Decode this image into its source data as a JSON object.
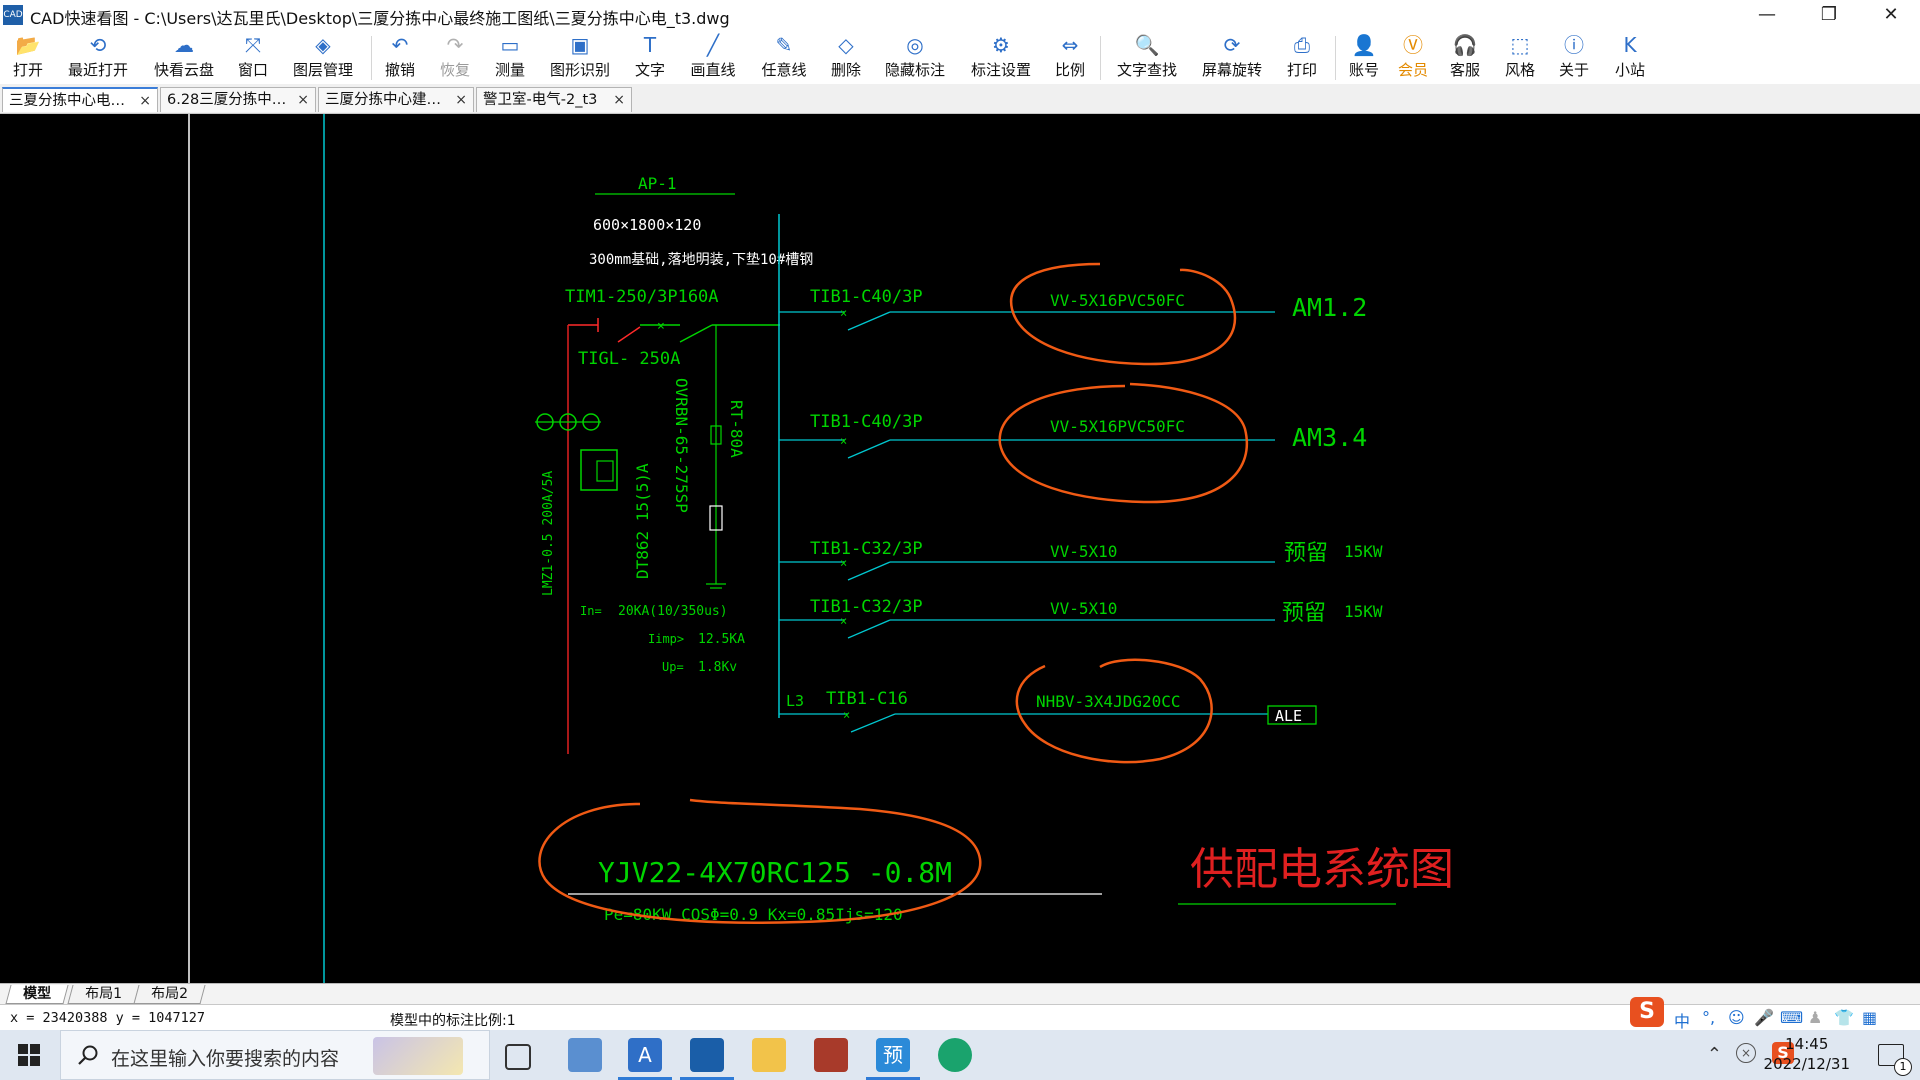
{
  "window": {
    "title": "CAD快速看图 - C:\\Users\\达瓦里氏\\Desktop\\三厦分拣中心最终施工图纸\\三夏分拣中心电_t3.dwg",
    "app_icon_text": "CAD",
    "buttons": [
      "—",
      "❐",
      "✕"
    ]
  },
  "toolbar": [
    {
      "label": "打开",
      "icon": "folder-open-icon"
    },
    {
      "label": "最近打开",
      "icon": "history-icon"
    },
    {
      "label": "快看云盘",
      "icon": "cloud-icon"
    },
    {
      "label": "窗口",
      "icon": "window-icon"
    },
    {
      "label": "图层管理",
      "icon": "layers-icon"
    },
    {
      "label": "撤销",
      "icon": "undo-icon"
    },
    {
      "label": "恢复",
      "icon": "redo-icon"
    },
    {
      "label": "测量",
      "icon": "ruler-icon"
    },
    {
      "label": "图形识别",
      "icon": "shape-recognize-icon"
    },
    {
      "label": "文字",
      "icon": "text-icon"
    },
    {
      "label": "画直线",
      "icon": "line-icon"
    },
    {
      "label": "任意线",
      "icon": "pen-icon"
    },
    {
      "label": "删除",
      "icon": "eraser-icon"
    },
    {
      "label": "隐藏标注",
      "icon": "eye-hide-icon"
    },
    {
      "label": "标注设置",
      "icon": "annotation-settings-icon"
    },
    {
      "label": "比例",
      "icon": "scale-icon"
    },
    {
      "label": "文字查找",
      "icon": "text-search-icon"
    },
    {
      "label": "屏幕旋转",
      "icon": "rotate-screen-icon"
    },
    {
      "label": "打印",
      "icon": "printer-icon"
    },
    {
      "label": "账号",
      "icon": "user-icon"
    },
    {
      "label": "会员",
      "icon": "vip-icon"
    },
    {
      "label": "客服",
      "icon": "headset-icon"
    },
    {
      "label": "风格",
      "icon": "style-icon"
    },
    {
      "label": "关于",
      "icon": "info-icon"
    },
    {
      "label": "小站",
      "icon": "k-station-icon"
    }
  ],
  "tabs": [
    {
      "label": "三夏分拣中心电…",
      "close": "×",
      "active": true
    },
    {
      "label": "6.28三厦分拣中…",
      "close": "×",
      "active": false
    },
    {
      "label": "三厦分拣中心建…",
      "close": "×",
      "active": false
    },
    {
      "label": "警卫室-电气-2_t3",
      "close": "×",
      "active": false
    }
  ],
  "drawing": {
    "panel_name": "AP-1",
    "panel_size": "600×1800×120",
    "panel_note": "300mm基础,落地明装,下垫10#槽钢",
    "main_breaker": "TIM1-250/3P160A",
    "main_switch": "TIGL- 250A",
    "spd_model": "OVRBN-65-275SP",
    "fuse": "RT-80A",
    "meter": "DT862 15(5)A",
    "ct": "LMZ1-0.5 200A/5A",
    "spd_params": {
      "in": "In=",
      "in_val": "20KA(10/350us)",
      "imp": "Iimp>",
      "imp_val": "12.5KA",
      "up": "Up=",
      "up_val": "1.8Kv"
    },
    "circuits": [
      {
        "breaker": "TIB1-C40/3P",
        "cable": "VV-5X16PVC50FC",
        "dest": "AM1.2"
      },
      {
        "breaker": "TIB1-C40/3P",
        "cable": "VV-5X16PVC50FC",
        "dest": "AM3.4"
      },
      {
        "breaker": "TIB1-C32/3P",
        "cable": "VV-5X10",
        "dest": "预留",
        "power": "15KW"
      },
      {
        "breaker": "TIB1-C32/3P",
        "cable": "VV-5X10",
        "dest": "预留",
        "power": "15KW"
      },
      {
        "phase": "L3",
        "breaker": "TIB1-C16",
        "cable": "NHBV-3X4JDG20CC",
        "dest": "ALE"
      }
    ],
    "incoming_cable": "YJV22-4X70RC125   -0.8M",
    "load_info": "Pe=80KW COSΦ=0.9 Kx=0.85Ijs=120",
    "diagram_title": "供配电系统图",
    "colors": {
      "green": "#00d400",
      "cyan": "#00c8d0",
      "red": "#e02020",
      "annot": "#f05a14"
    }
  },
  "layout_tabs": [
    {
      "label": "模型",
      "active": true
    },
    {
      "label": "布局1",
      "active": false
    },
    {
      "label": "布局2",
      "active": false
    }
  ],
  "status": {
    "coords": "x = 23420388  y = 1047127",
    "scale": "模型中的标注比例:1",
    "ime_logo": "S",
    "ime_lang": "中"
  },
  "taskbar": {
    "search_placeholder": "在这里输入你要搜索的内容",
    "apps": [
      "task-view-icon",
      "computer-icon",
      "autocad-icon",
      "cad-viewer-icon",
      "file-explorer-icon",
      "winrar-icon",
      "preview-icon",
      "edge-icon"
    ],
    "preview_app_text": "预",
    "time": "14:45",
    "date": "2022/12/31",
    "notification_count": "1"
  }
}
